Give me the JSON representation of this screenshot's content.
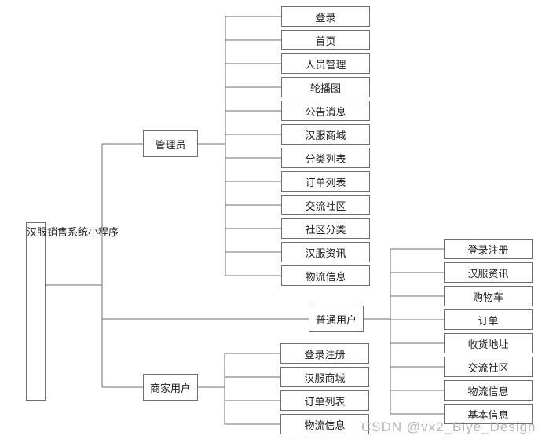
{
  "diagram": {
    "root": {
      "label": "汉服销售系统小程序"
    },
    "branches": [
      {
        "label": "管理员",
        "children": [
          "登录",
          "首页",
          "人员管理",
          "轮播图",
          "公告消息",
          "汉服商城",
          "分类列表",
          "订单列表",
          "交流社区",
          "社区分类",
          "汉服资讯",
          "物流信息"
        ]
      },
      {
        "label": "普通用户",
        "children": [
          "登录注册",
          "汉服资讯",
          "购物车",
          "订单",
          "收货地址",
          "交流社区",
          "物流信息",
          "基本信息"
        ]
      },
      {
        "label": "商家用户",
        "children": [
          "登录注册",
          "汉服商城",
          "订单列表",
          "物流信息"
        ]
      }
    ]
  },
  "watermark": {
    "text": "CSDN @vx2_Biye_Design"
  },
  "colors": {
    "background": "#ffffff",
    "box_border": "#6f6f6f",
    "connector_line": "#6f6f6f",
    "node_text": "#1f1f1f",
    "watermark_text": "#b5b5b5"
  }
}
